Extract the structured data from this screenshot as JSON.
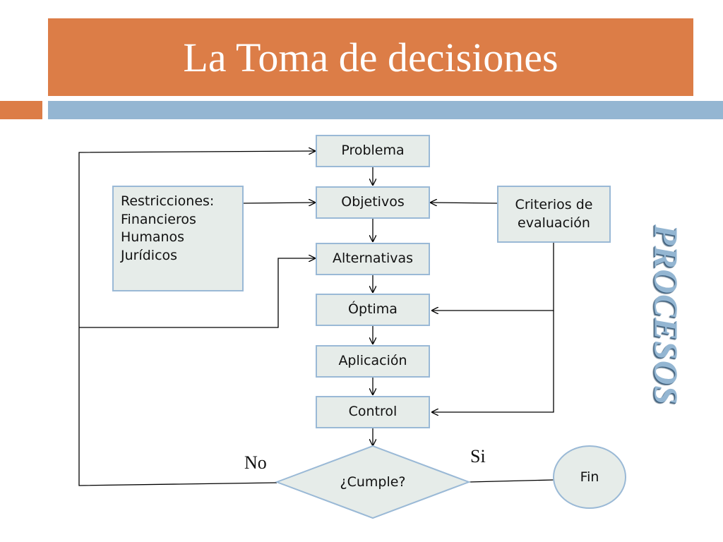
{
  "title": "La Toma de decisiones",
  "side_word": "PROCESOS",
  "boxes": {
    "problema": "Problema",
    "objetivos": "Objetivos",
    "alternativas": "Alternativas",
    "optima": "Óptima",
    "aplicacion": "Aplicación",
    "control": "Control"
  },
  "restricciones": [
    "Restricciones:",
    "Financieros",
    "Humanos",
    "Jurídicos"
  ],
  "criterios": [
    "Criterios de",
    "evaluación"
  ],
  "decision": "¿Cumple?",
  "end": "Fin",
  "labels": {
    "no": "No",
    "si": "Si"
  },
  "colors": {
    "title_bar": "#dc7d47",
    "accent_blue": "#94b6d2",
    "box_fill": "#e6ece9",
    "box_border": "#9ab9d6"
  }
}
